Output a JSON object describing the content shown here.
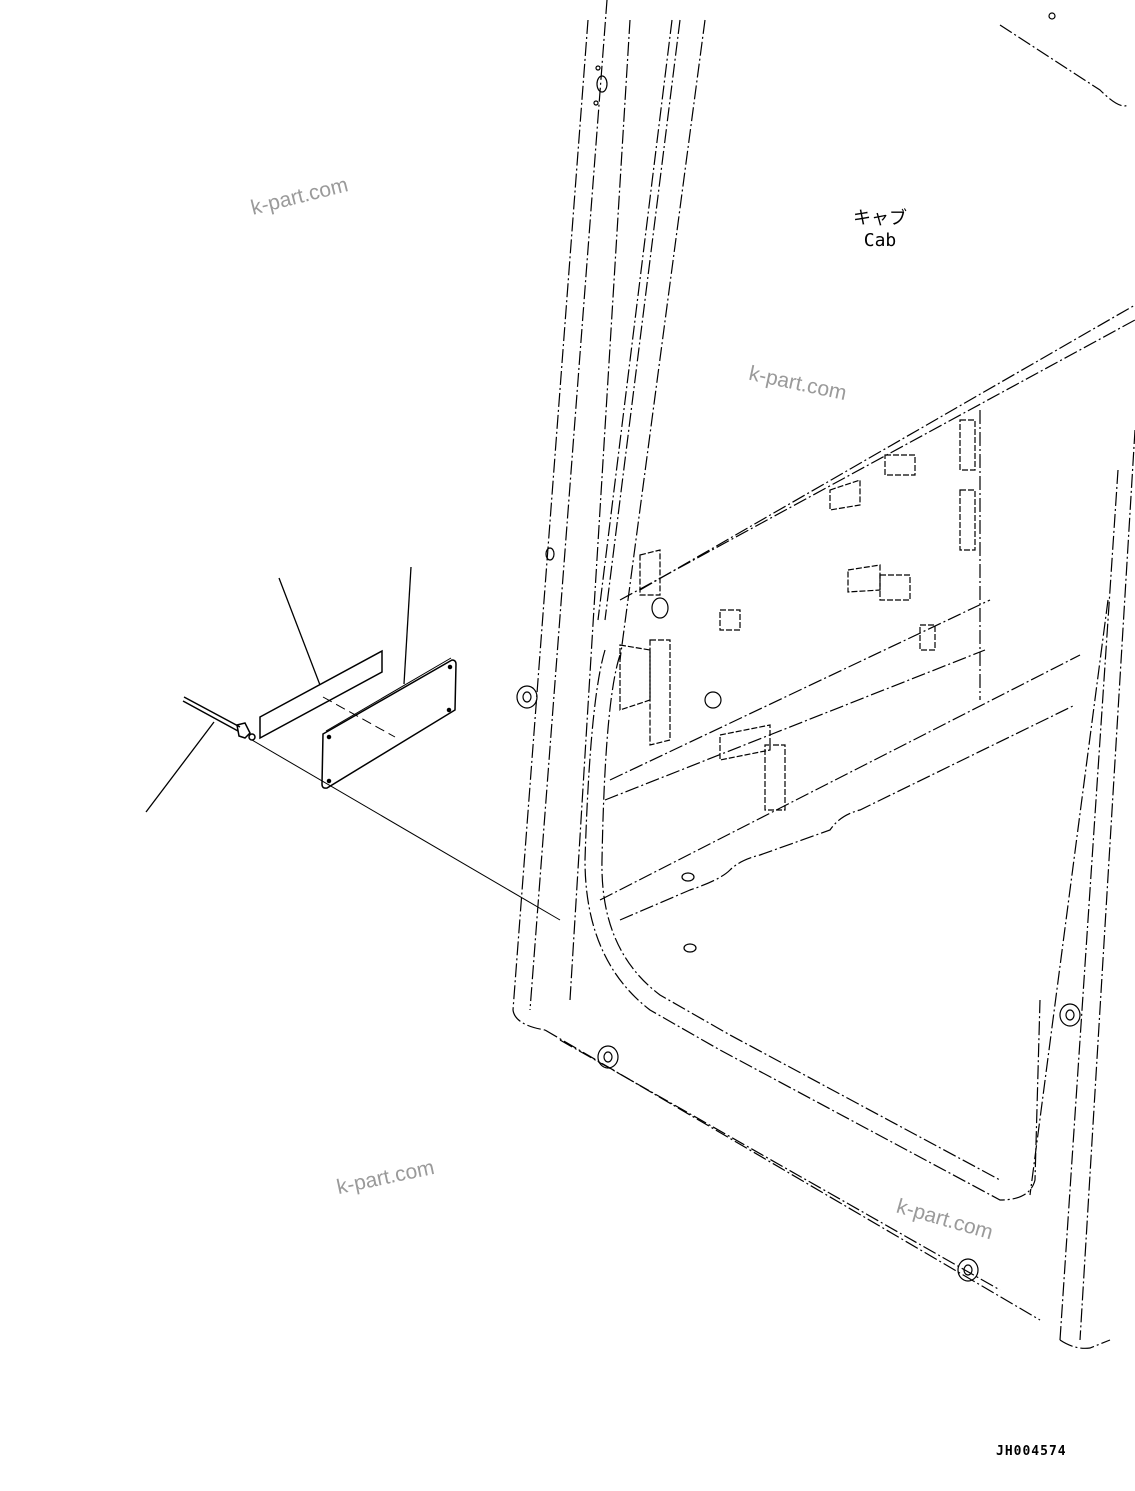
{
  "diagram": {
    "labels": {
      "cab_ja": "キャブ",
      "cab_en": "Cab"
    },
    "drawing_id": "JH004574",
    "watermarks": [
      "k-part.com",
      "k-part.com",
      "k-part.com",
      "k-part.com"
    ],
    "parts": [
      {
        "name": "rivet",
        "leader": true
      },
      {
        "name": "gasket-strip",
        "leader": true
      },
      {
        "name": "plate",
        "leader": true
      }
    ],
    "colors": {
      "line": "#000000",
      "watermark": "#9a9a9a",
      "background": "#ffffff"
    }
  }
}
